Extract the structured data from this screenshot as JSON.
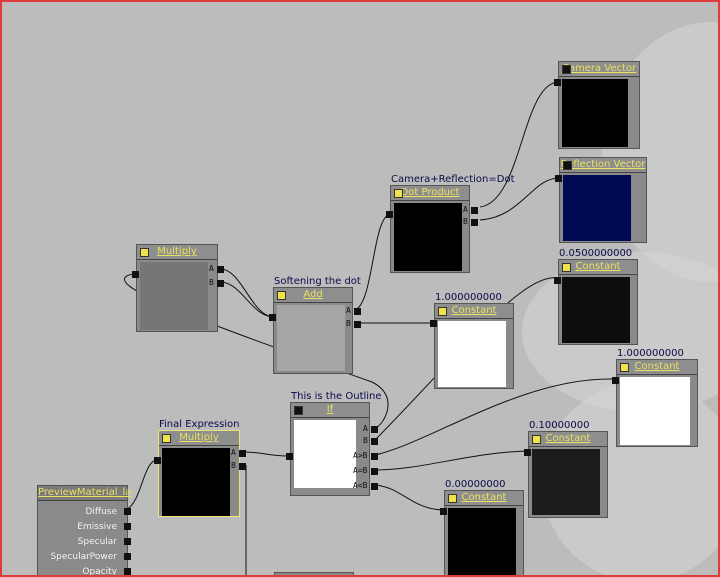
{
  "nodes": {
    "camera_vector": {
      "header": "Camera Vector"
    },
    "reflection_vector": {
      "header": "Reflection Vector"
    },
    "dot_product": {
      "title": "Camera+Reflection=Dot",
      "header": "Dot Product",
      "pin_a": "A",
      "pin_b": "B"
    },
    "constant_005": {
      "value": "0.0500000000",
      "header": "Constant"
    },
    "multiply_top": {
      "header": "Multiply",
      "pin_a": "A",
      "pin_b": "B"
    },
    "add": {
      "title": "Softening the dot",
      "header": "Add",
      "pin_a": "A",
      "pin_b": "B"
    },
    "constant_1a": {
      "value": "1.000000000",
      "header": "Constant"
    },
    "constant_1b": {
      "value": "1.000000000",
      "header": "Constant"
    },
    "if_node": {
      "title": "This is the Outline",
      "header": "If",
      "pins": [
        "A",
        "B",
        "A>B",
        "A=B",
        "A<B"
      ]
    },
    "final_multiply": {
      "title": "Final Expression",
      "header": "Multiply",
      "pin_a": "A",
      "pin_b": "B"
    },
    "constant_01": {
      "value": "0.10000000",
      "header": "Constant"
    },
    "constant_0": {
      "value": "0.00000000",
      "header": "Constant"
    },
    "preview_material": {
      "header": "PreviewMaterial_la",
      "inputs": [
        "Diffuse",
        "Emissive",
        "Specular",
        "SpecularPower",
        "Opacity"
      ]
    }
  },
  "colors": {
    "border": "#e03a3a",
    "header_text": "#e9e260",
    "title_text": "#0a0a4a",
    "reflection_preview": "#000a55"
  }
}
